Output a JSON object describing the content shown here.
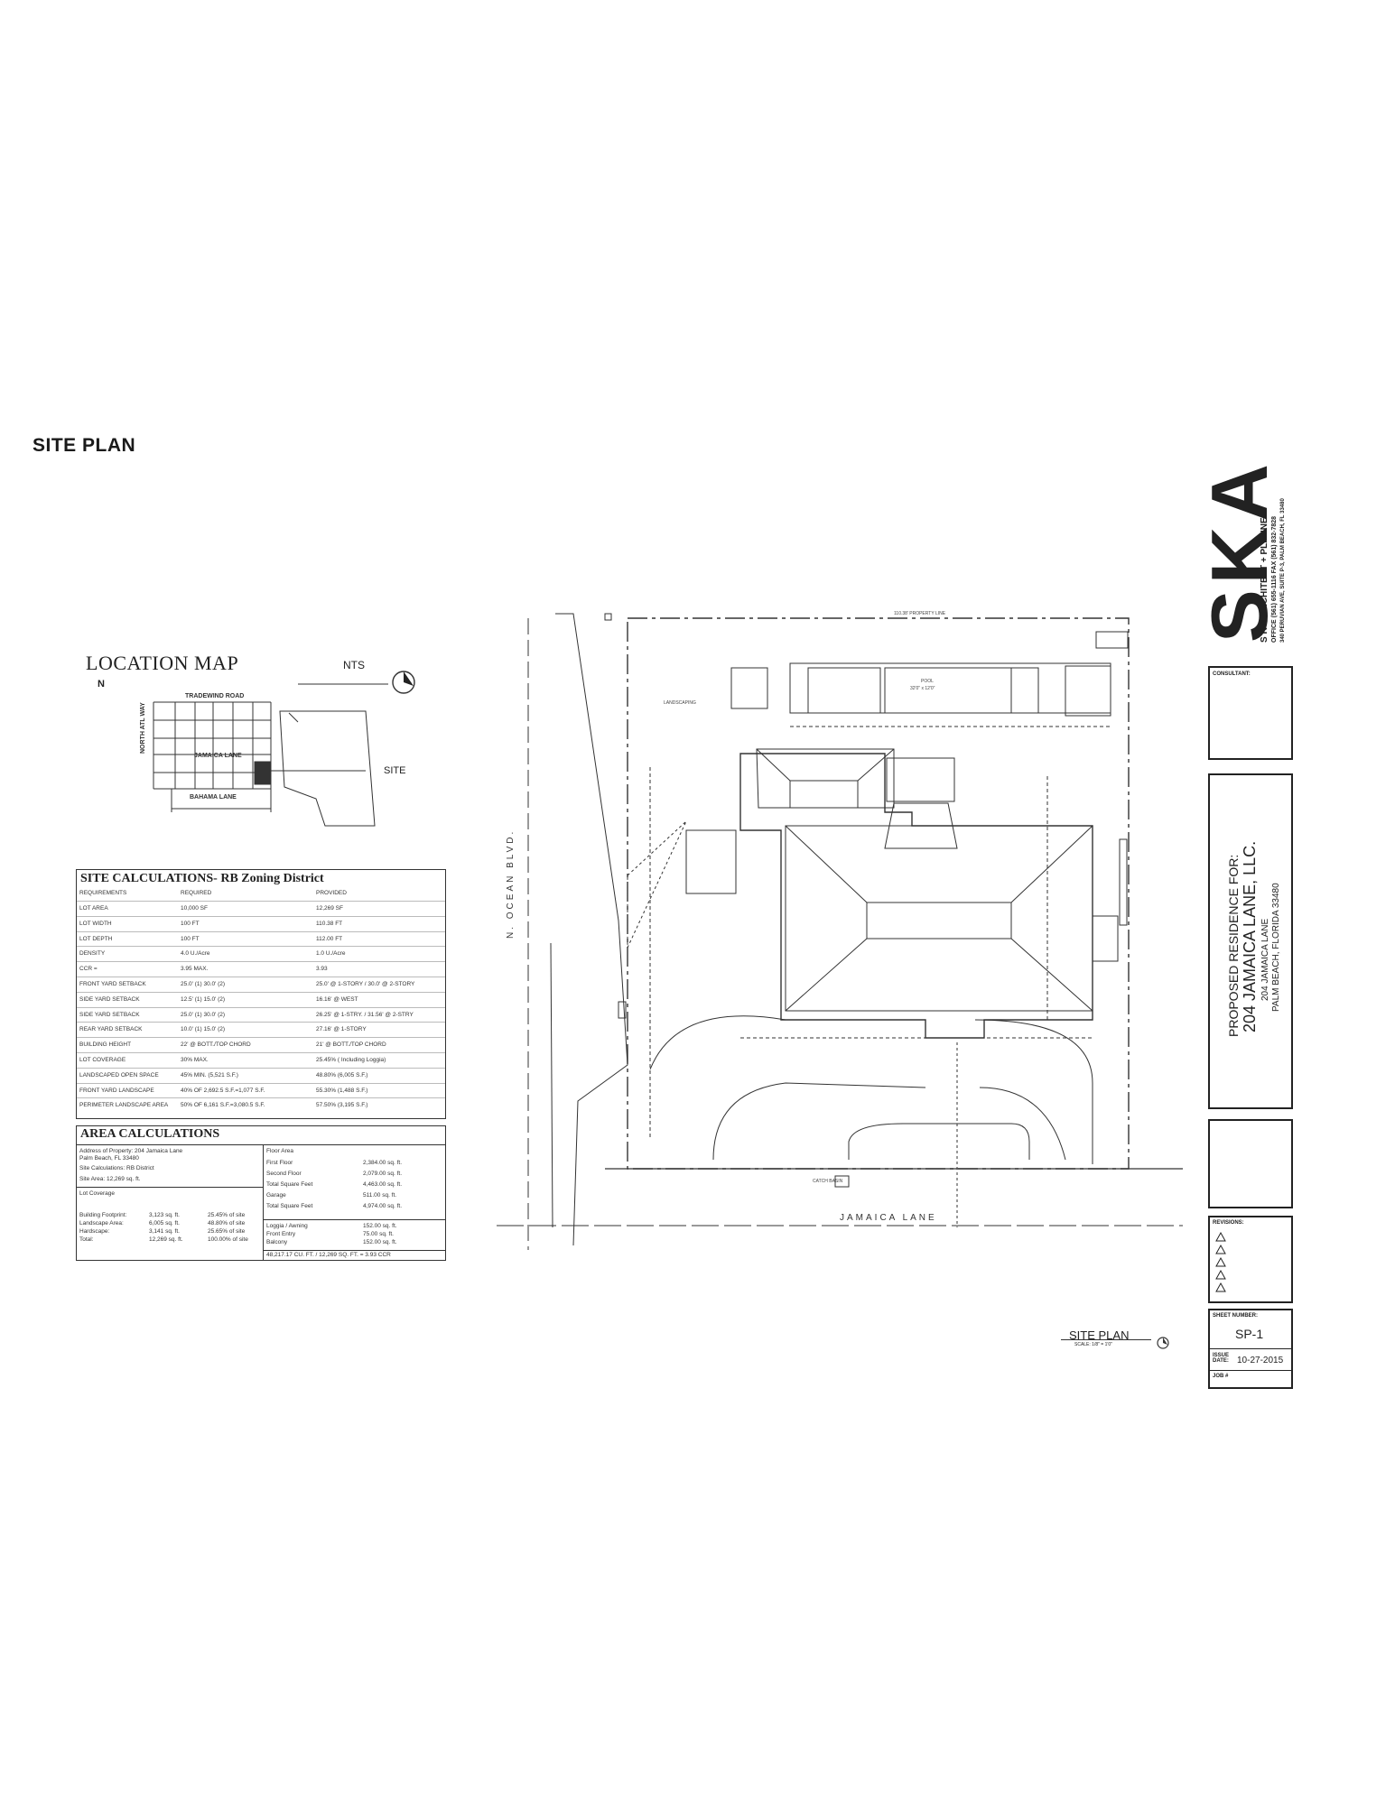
{
  "page_title": "SITE PLAN",
  "location_map": {
    "title": "LOCATION MAP",
    "scale": "NTS",
    "north_label": "N",
    "streets": [
      "TRADEWIND ROAD",
      "JAMAICA LANE",
      "BAHAMA LANE",
      "NORTH ATL WAY"
    ],
    "site_label": "SITE"
  },
  "site_calculations": {
    "title": "SITE CALCULATIONS- RB Zoning District",
    "headers": [
      "REQUIREMENTS",
      "REQUIRED",
      "PROVIDED"
    ],
    "rows": [
      [
        "LOT AREA",
        "10,000 SF",
        "12,269 SF"
      ],
      [
        "LOT WIDTH",
        "100 FT",
        "110.38 FT"
      ],
      [
        "LOT DEPTH",
        "100 FT",
        "112.00 FT"
      ],
      [
        "DENSITY",
        "4.0 U./Acre",
        "1.0 U./Acre"
      ],
      [
        "CCR =",
        "3.95 MAX.",
        "3.93"
      ],
      [
        "FRONT YARD SETBACK",
        "25.0' (1) 30.0' (2)",
        "25.0' @ 1-STORY / 30.0' @ 2-STORY"
      ],
      [
        "SIDE YARD SETBACK",
        "12.5' (1) 15.0' (2)",
        "16.16' @ WEST"
      ],
      [
        "SIDE YARD SETBACK",
        "25.0' (1) 30.0' (2)",
        "26.25' @ 1-STRY. / 31.56' @ 2-STRY"
      ],
      [
        "REAR YARD SETBACK",
        "10.0' (1) 15.0' (2)",
        "27.16' @ 1-STORY"
      ],
      [
        "BUILDING HEIGHT",
        "22' @ BOTT./TOP CHORD",
        "21' @ BOTT./TOP CHORD"
      ],
      [
        "LOT COVERAGE",
        "30% MAX.",
        "25.45% ( Including Loggia)"
      ],
      [
        "LANDSCAPED OPEN SPACE",
        "45% MIN. (5,521 S.F.)",
        "48.80% (6,005 S.F.)"
      ],
      [
        "FRONT YARD LANDSCAPE",
        "40% OF 2,692.5 S.F.=1,077 S.F.",
        "55.30% (1,488 S.F.)"
      ],
      [
        "PERIMETER LANDSCAPE AREA",
        "50% OF 6,161 S.F.=3,080.5 S.F.",
        "57.50% (3,195 S.F.)"
      ]
    ]
  },
  "area_calculations": {
    "title": "AREA CALCULATIONS",
    "address_line1": "Address of Property: 204 Jamaica Lane",
    "address_line2": "Palm Beach, FL 33480",
    "site_calc": "Site Calculations: RB District",
    "site_area": "Site Area: 12,269 sq. ft.",
    "lot_coverage_heading": "Lot Coverage",
    "coverage_rows": [
      [
        "Building Footprint:",
        "3,123 sq. ft.",
        "25.45% of site"
      ],
      [
        "Landscape Area:",
        "6,005 sq. ft.",
        "48.80% of site"
      ],
      [
        "Hardscape:",
        "3,141 sq. ft.",
        "25.65% of site"
      ],
      [
        "Total:",
        "12,269 sq. ft.",
        "100.00% of site"
      ]
    ],
    "floor_area_heading": "Floor Area",
    "floor_rows": [
      [
        "First Floor",
        "2,384.00 sq. ft."
      ],
      [
        "Second Floor",
        "2,079.00 sq. ft."
      ],
      [
        "Total Square Feet",
        "4,463.00 sq. ft."
      ],
      [
        "Garage",
        "511.00 sq. ft."
      ],
      [
        "Total Square Feet",
        "4,974.00 sq. ft."
      ]
    ],
    "loggia_rows": [
      [
        "Loggia / Awning",
        "152.00 sq. ft."
      ],
      [
        "Front Entry",
        "75.00 sq. ft."
      ],
      [
        "Balcony",
        "152.00 sq. ft."
      ]
    ],
    "ccr_line": "48,217.17 CU. FT. / 12,269 SQ. FT. = 3.93 CCR"
  },
  "site_drawing": {
    "north_street": "N. OCEAN BLVD.",
    "south_street": "JAMAICA LANE",
    "pool_label": "POOL",
    "pool_size": "32'0\" x 12'0\"",
    "catch_basin": "CATCH BASIN",
    "landscaping_label": "LANDSCAPING",
    "property_line_label": "110.38' PROPERTY LINE"
  },
  "title_block": {
    "firm_logo": "SKA",
    "firm_name": "S K A  ARCHITECT + PLANNER",
    "firm_office": "OFFICE (561) 655-1116  FAX (561) 832-7828",
    "firm_address": "340 PERUVIAN AVE, SUITE P-3, PALM BEACH, FL 33480",
    "consultant_label": "CONSULTANT:",
    "project_heading": "PROPOSED RESIDENCE FOR:",
    "project_name": "204 JAMAICA LANE, LLC.",
    "project_address1": "204 JAMAICA LANE",
    "project_address2": "PALM BEACH, FLORIDA 33480",
    "revisions_label": "REVISIONS:",
    "sheet_number_label": "SHEET NUMBER:",
    "sheet_number": "SP-1",
    "issue_label": "ISSUE DATE:",
    "issue_date": "10-27-2015",
    "job_label": "JOB #",
    "plan_label": "SITE PLAN",
    "plan_scale": "SCALE: 1/8\" = 1'0\""
  }
}
